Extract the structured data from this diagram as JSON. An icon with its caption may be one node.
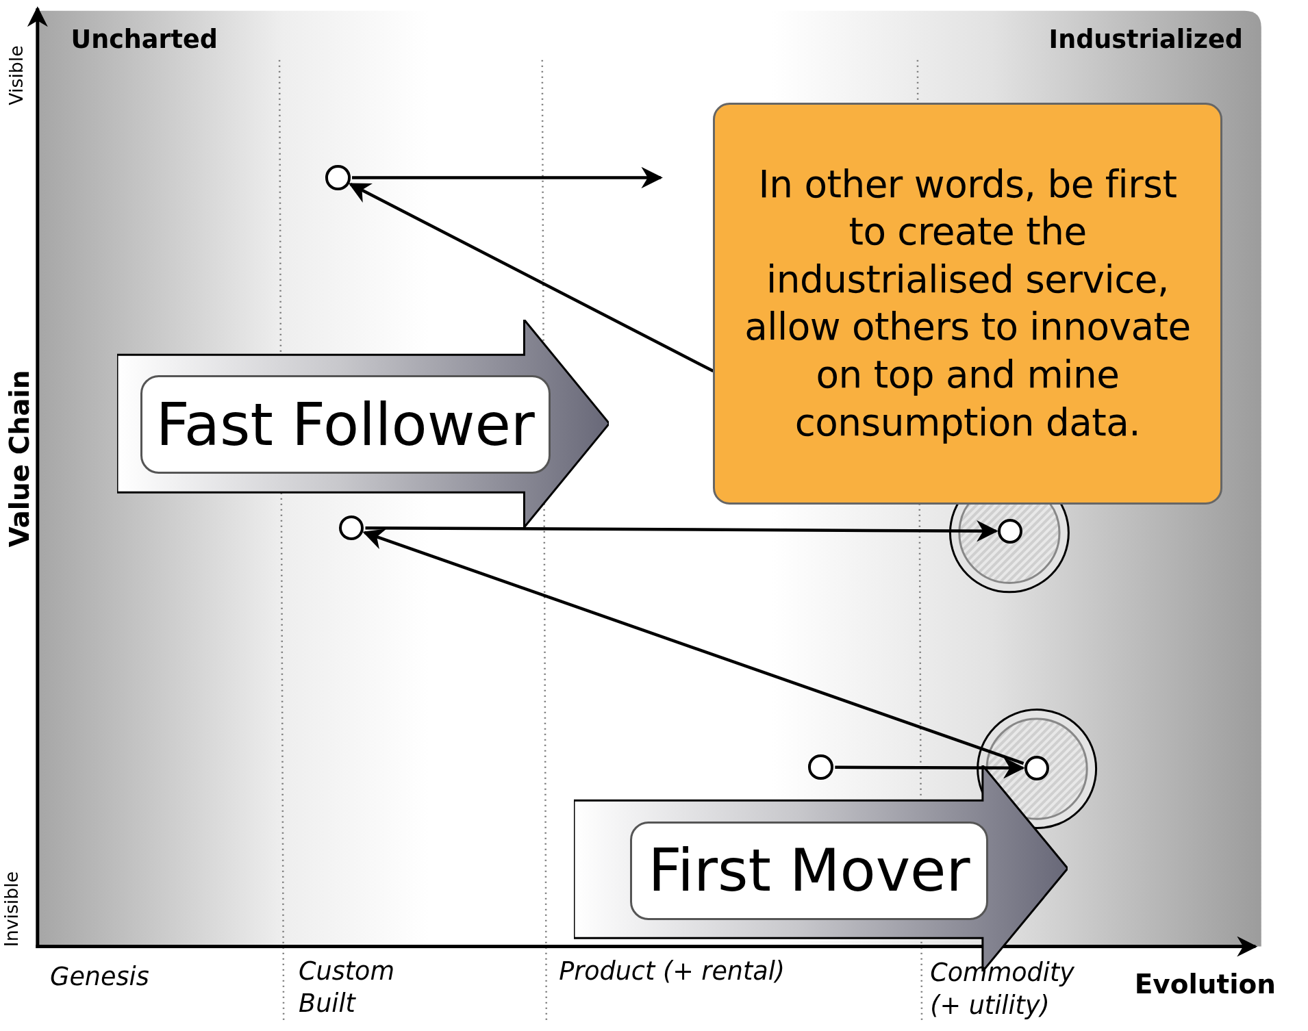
{
  "diagram": {
    "nodes": [
      {
        "text": [
          "Fast Follower"
        ]
      },
      {
        "text": [
          "First Mover"
        ]
      },
      {
        "text": [
          "In other words, be first to create the industrialised service, allow others to innovate on top and mine consumption data."
        ]
      },
      {
        "text": [],
        "shape": "circle"
      },
      {
        "text": [],
        "shape": "circle"
      },
      {
        "text": [],
        "shape": "circle"
      },
      {
        "text": [],
        "shape": "circle"
      },
      {
        "text": [],
        "shape": "circle"
      }
    ],
    "edges": [
      {
        "from": 3,
        "to": null,
        "arrow": "to"
      },
      {
        "from": 2,
        "to": 3,
        "arrow": "to"
      },
      {
        "from": 4,
        "to": 6,
        "arrow": "to"
      },
      {
        "from": 7,
        "to": 4,
        "arrow": "to"
      },
      {
        "from": 5,
        "to": 7,
        "arrow": "to"
      }
    ],
    "labels": [
      "Uncharted",
      "Industrialized",
      "Visible",
      "Value Chain",
      "Invisible",
      "Genesis",
      "Custom Built",
      "Product (+ rental)",
      "Commodity (+ utility)",
      "Evolution"
    ]
  }
}
